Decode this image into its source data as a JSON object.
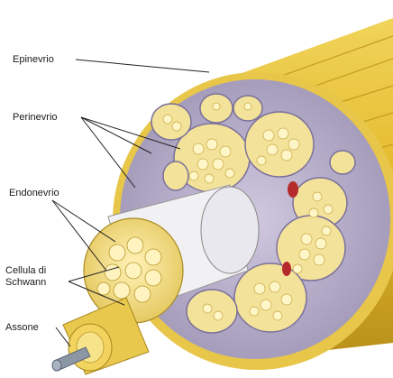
{
  "labels": {
    "epinevrio": "Epinevrio",
    "perinevrio": "Perinevrio",
    "endonevrio": "Endonevrio",
    "cellula_line1": "Cellula di",
    "cellula_line2": "Schwann",
    "assone": "Assone"
  },
  "colors": {
    "epineurium_yellow": "#e8c43a",
    "cross_section_lavender": "#b9b2cc",
    "fascicle_cream": "#f3e29a",
    "axon_gray": "#8c97a6",
    "vessel_red": "#b52a2a"
  }
}
